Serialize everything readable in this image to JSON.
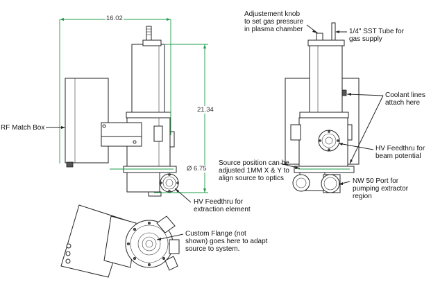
{
  "dimensions": {
    "width_label": "16.02",
    "height_label": "21.34",
    "diameter_label": "Ø 6.75"
  },
  "callouts": {
    "rf_match_box": "RF Match Box",
    "adjustment_knob": "Adjustement knob\nto set gas pressure\nin plasma chamber",
    "sst_tube": "1/4\" SST Tube for\ngas supply",
    "coolant_lines": "Coolant lines\nattach here",
    "hv_feedthru_beam": "HV Feedthru for\nbeam potential",
    "source_position": "Source position can be\nadjusted 1MM X & Y to\nalign source to optics",
    "nw50_port": "NW 50 Port for\npumping extractor\nregion",
    "hv_feedthru_extraction": "HV Feedthru for\nextraction element",
    "custom_flange": "Custom Flange (not\nshown) goes here to adapt\nsource to system."
  },
  "colors": {
    "line": "#222222",
    "dimension_line": "#1e9c4a",
    "text": "#111111"
  }
}
